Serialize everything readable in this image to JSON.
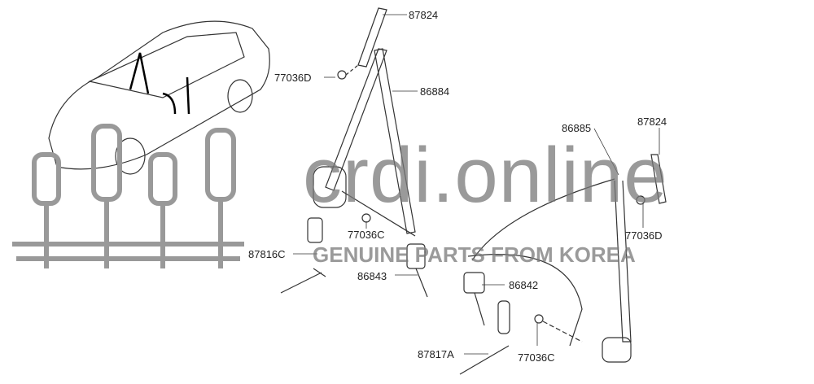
{
  "diagram": {
    "title_watermark": "crdi.online",
    "subtitle_watermark": "GENUINE PARTS FROM KOREA",
    "part_labels": {
      "top_anchor": "87824",
      "top_bolt": "77036D",
      "front_belt": "86884",
      "right_anchor": "87824",
      "rear_belt": "86885",
      "right_bolt": "77036D",
      "pretensioner_left": "87816C",
      "center_bolt": "77036C",
      "buckle_left": "86843",
      "buckle_right": "86842",
      "pretensioner_right": "87817A",
      "bottom_bolt": "77036C"
    }
  }
}
